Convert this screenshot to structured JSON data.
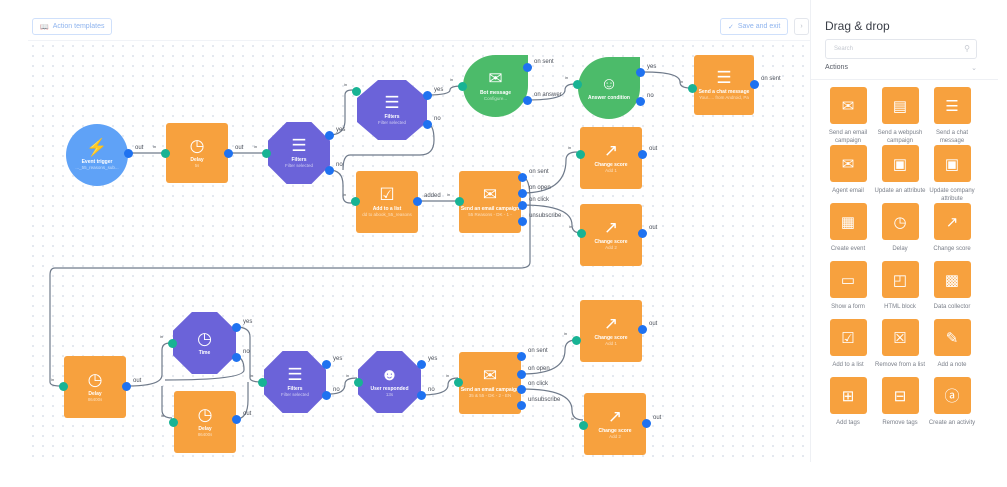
{
  "toolbar": {
    "templates_label": "Action templates",
    "save_label": "Save and exit",
    "collapse_icon": "chevron-right-icon"
  },
  "panel": {
    "title": "Drag & drop",
    "search_placeholder": "Search",
    "section_label": "Actions",
    "items": [
      {
        "label": "Send an email campaign",
        "icon": "email-send-icon"
      },
      {
        "label": "Send a webpush campaign",
        "icon": "webpush-icon"
      },
      {
        "label": "Send a chat message",
        "icon": "chat-message-icon"
      },
      {
        "label": "Agent email",
        "icon": "agent-email-icon"
      },
      {
        "label": "Update an attribute",
        "icon": "update-attribute-icon"
      },
      {
        "label": "Update company attribute",
        "icon": "update-company-attribute-icon"
      },
      {
        "label": "Create event",
        "icon": "create-event-icon"
      },
      {
        "label": "Delay",
        "icon": "delay-icon"
      },
      {
        "label": "Change score",
        "icon": "change-score-icon"
      },
      {
        "label": "Show a form",
        "icon": "form-icon"
      },
      {
        "label": "HTML block",
        "icon": "html-block-icon"
      },
      {
        "label": "Data collector",
        "icon": "data-collector-icon"
      },
      {
        "label": "Add to a list",
        "icon": "add-to-list-icon"
      },
      {
        "label": "Remove from a list",
        "icon": "remove-from-list-icon"
      },
      {
        "label": "Add a note",
        "icon": "note-icon"
      },
      {
        "label": "Add tags",
        "icon": "add-tag-icon"
      },
      {
        "label": "Remove tags",
        "icon": "remove-tag-icon"
      },
      {
        "label": "Create an activity",
        "icon": "activity-icon"
      }
    ]
  },
  "flow": {
    "nodes": {
      "trigger": {
        "title": "Event trigger",
        "sub": "..._55_reasons_sub..."
      },
      "delay1": {
        "title": "Delay",
        "sub": "5s"
      },
      "filters1": {
        "title": "Filters",
        "sub": "Filter selected"
      },
      "filters2": {
        "title": "Filters",
        "sub": "Filter selected"
      },
      "bot": {
        "title": "Bot message",
        "sub": "Configure..."
      },
      "answer": {
        "title": "Answer condition",
        "sub": ""
      },
      "chat": {
        "title": "Send a chat message",
        "sub": "Your..... from Android, Pa"
      },
      "addlist": {
        "title": "Add to a list",
        "sub": "dd to abook_55_reasons"
      },
      "email1": {
        "title": "Send an email campaign",
        "sub": "55 Reasons - DK - 1 -"
      },
      "score1": {
        "title": "Change score",
        "sub": "Add 1"
      },
      "score2": {
        "title": "Change score",
        "sub": "Add 2"
      },
      "delay2": {
        "title": "Delay",
        "sub": "86400s"
      },
      "time": {
        "title": "Time",
        "sub": ""
      },
      "delay3": {
        "title": "Delay",
        "sub": "86400s"
      },
      "filters3": {
        "title": "Filters",
        "sub": "Filter selected"
      },
      "responded": {
        "title": "User responded",
        "sub": "13s"
      },
      "email2": {
        "title": "Send an email campaign",
        "sub": "35 & 55 - DK - 2 - EN"
      },
      "score3": {
        "title": "Change score",
        "sub": "Add 1"
      },
      "score4": {
        "title": "Change score",
        "sub": "Add 2"
      }
    },
    "ports": {
      "out": "out",
      "in": "in",
      "yes": "yes",
      "no": "no",
      "on_sent": "on sent",
      "on_answer": "on answer",
      "on_open": "on open",
      "on_click": "on click",
      "unsubscribe": "unsubscribe",
      "added": "added"
    }
  },
  "colors": {
    "action": "#f7a13e",
    "condition": "#6b63d9",
    "trigger": "#5fa2f7",
    "chat": "#4cbb6a",
    "port_in": "#18b394",
    "port_out": "#1f72f0",
    "accent": "#8fb4ee"
  }
}
